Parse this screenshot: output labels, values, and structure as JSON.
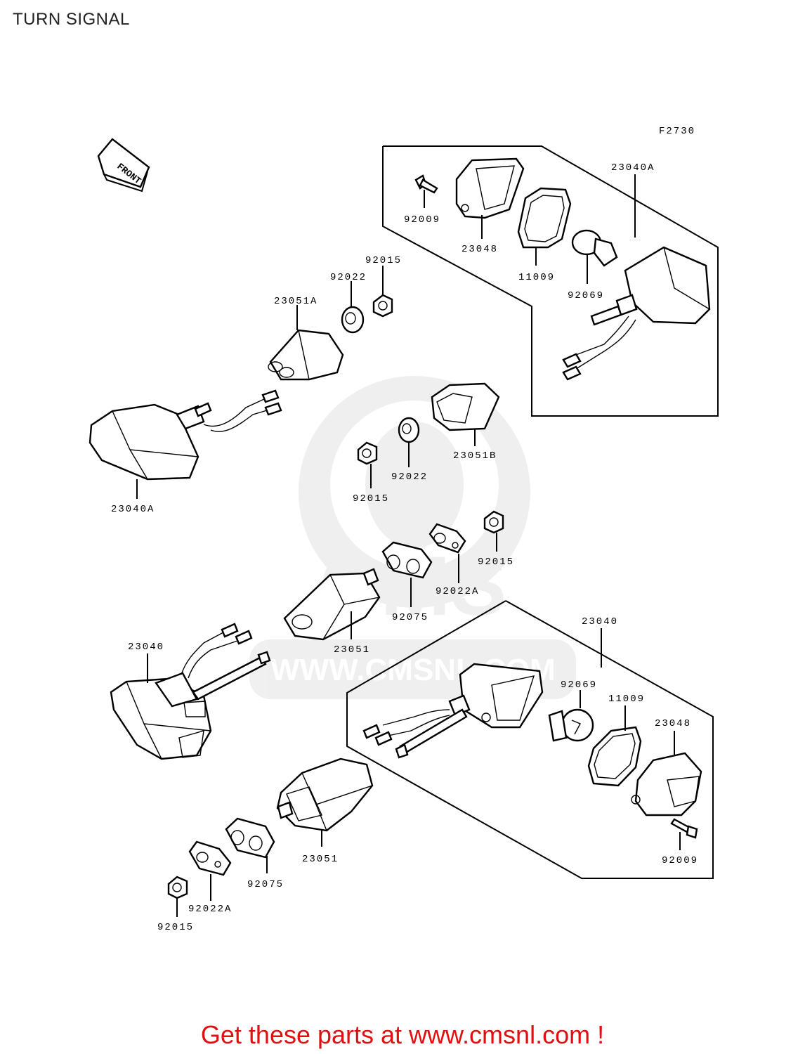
{
  "title": "TURN SIGNAL",
  "figure_code": "F2730",
  "front_label": "FRONT",
  "watermark": {
    "brand": "CMS",
    "url": "WWW.CMSNL.COM"
  },
  "footer": "Get these parts at www.cmsnl.com !",
  "callouts": {
    "a23040A_top": "23040A",
    "a92009_top": "92009",
    "a23048_top": "23048",
    "a11009_top": "11009",
    "a92069_top": "92069",
    "a92015_top": "92015",
    "a92022_top": "92022",
    "a23051A": "23051A",
    "a23040A_left": "23040A",
    "a23051B": "23051B",
    "a92022_mid": "92022",
    "a92015_mid": "92015",
    "a92015_right": "92015",
    "a92022A_mid": "92022A",
    "a92075_mid": "92075",
    "a23051_mid": "23051",
    "a23040_box": "23040",
    "a23040_left": "23040",
    "a92069_bot": "92069",
    "a11009_bot": "11009",
    "a23048_bot": "23048",
    "a92009_bot": "92009",
    "a23051_bot": "23051",
    "a92075_bot": "92075",
    "a92022A_bot": "92022A",
    "a92015_bot": "92015"
  }
}
